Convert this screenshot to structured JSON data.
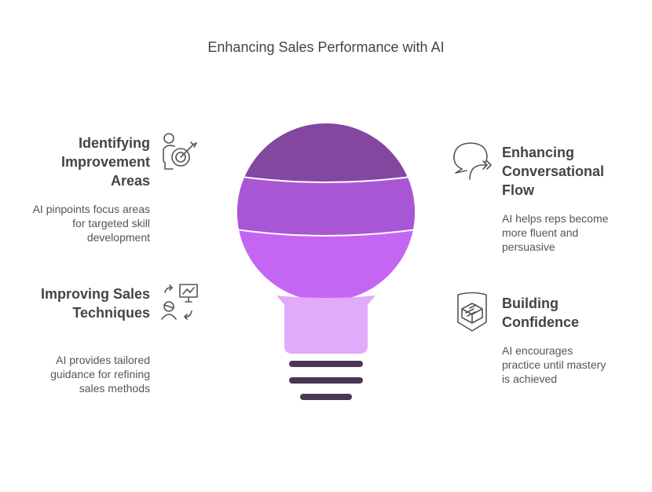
{
  "title": "Enhancing Sales Performance with AI",
  "items": [
    {
      "heading": "Identifying Improvement Areas",
      "desc": "AI pinpoints focus areas for targeted skill development",
      "icon": "person-target-icon"
    },
    {
      "heading": "Improving Sales Techniques",
      "desc": "AI provides tailored guidance for refining sales methods",
      "icon": "person-presentation-icon"
    },
    {
      "heading": "Enhancing Conversational Flow",
      "desc": "AI helps reps become more fluent and persuasive",
      "icon": "speech-bubble-arrow-icon"
    },
    {
      "heading": "Building Confidence",
      "desc": "AI encourages practice until mastery is achieved",
      "icon": "shield-box-icon"
    }
  ],
  "colors": {
    "band1": "#84479f",
    "band2": "#a956d6",
    "band3": "#c566f2",
    "base": "#e2aafa",
    "lines": "#4b3653"
  }
}
